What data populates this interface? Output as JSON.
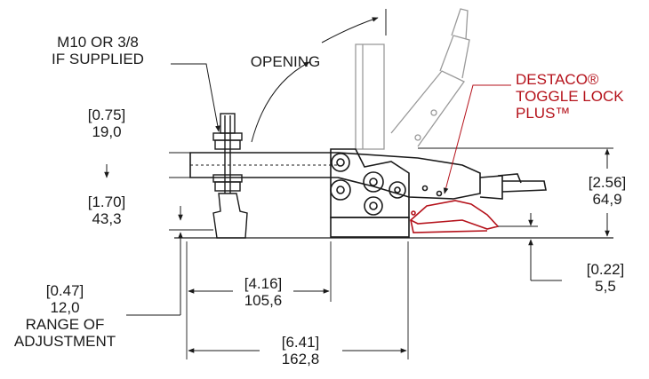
{
  "labels": {
    "thread_line1": "M10 OR 3/8",
    "thread_line2": "IF SUPPLIED",
    "opening": "OPENING",
    "brand_line1": "DESTACO®",
    "brand_line2": "TOGGLE LOCK",
    "brand_line3": "PLUS™"
  },
  "dimensions": {
    "spindle_top": {
      "inch": "[0.75]",
      "mm": "19,0"
    },
    "spindle_len": {
      "inch": "[1.70]",
      "mm": "43,3"
    },
    "adjust": {
      "inch": "[0.47]",
      "mm": "12,0",
      "text1": "RANGE OF",
      "text2": "ADJUSTMENT"
    },
    "base_width": {
      "inch": "[4.16]",
      "mm": "105,6"
    },
    "overall": {
      "inch": "[6.41]",
      "mm": "162,8"
    },
    "height": {
      "inch": "[2.56]",
      "mm": "64,9"
    },
    "handle_lift": {
      "inch": "[0.22]",
      "mm": "5,5"
    }
  },
  "colors": {
    "ink": "#1a1a1a",
    "accent": "#b5121b",
    "ghost": "#9a9a9a"
  }
}
